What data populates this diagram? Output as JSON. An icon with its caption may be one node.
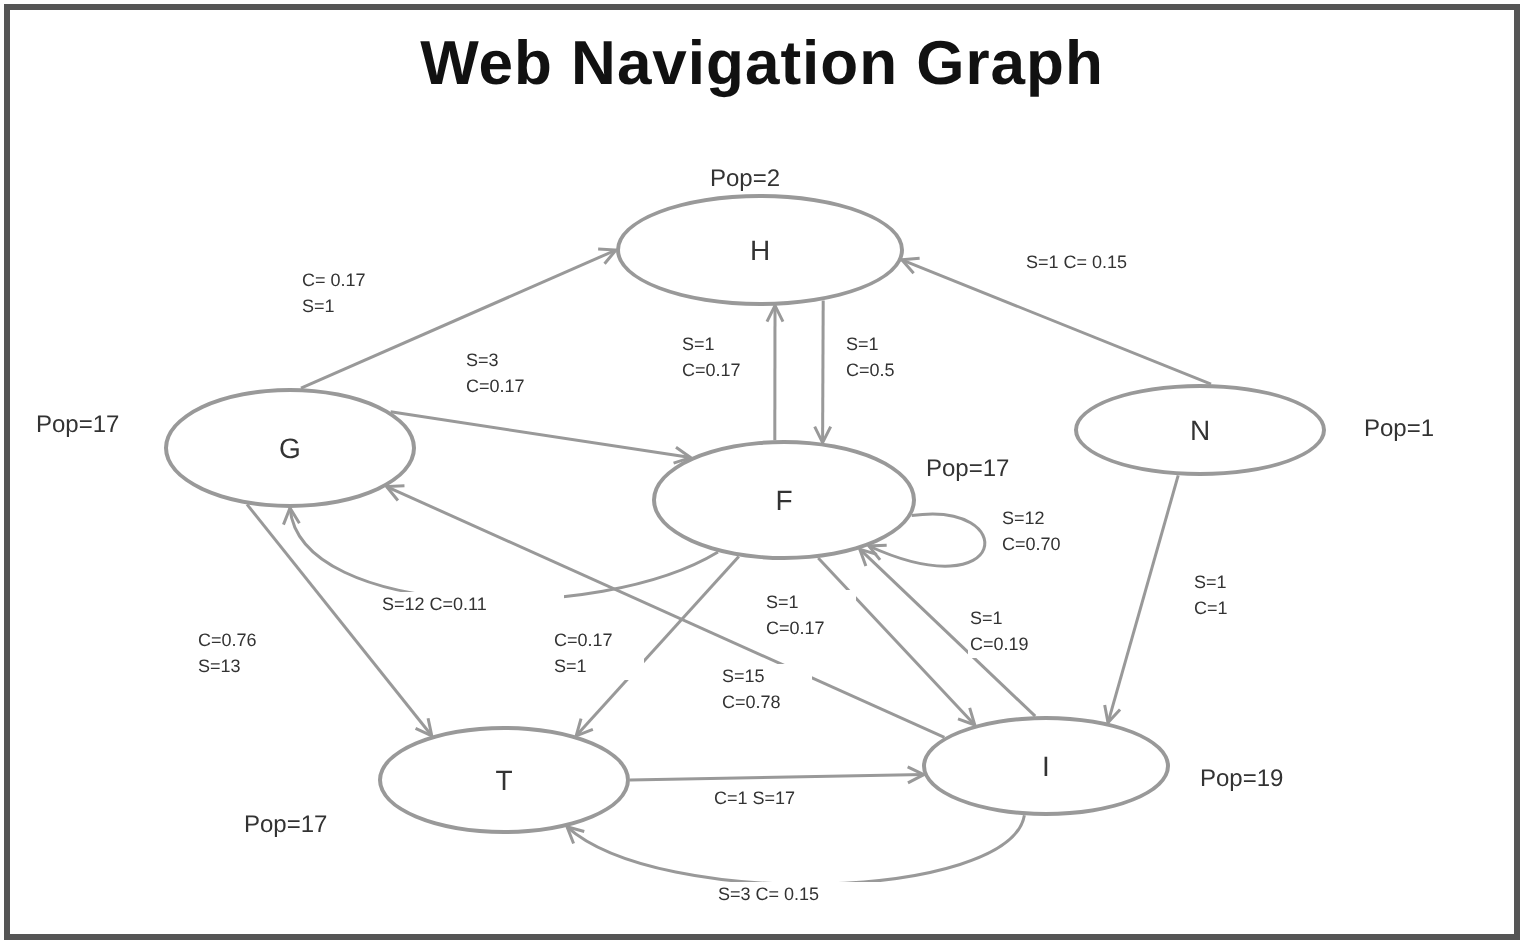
{
  "diagram": {
    "title": "Web Navigation Graph",
    "nodes": [
      {
        "text": [
          "H"
        ],
        "beside": [
          "Pop=2"
        ]
      },
      {
        "text": [
          "G"
        ],
        "beside": [
          "Pop=17"
        ]
      },
      {
        "text": [
          "F"
        ],
        "beside": [
          "Pop=17"
        ]
      },
      {
        "text": [
          "N"
        ],
        "beside": [
          "Pop=1"
        ]
      },
      {
        "text": [
          "T"
        ],
        "beside": [
          "Pop=17"
        ]
      },
      {
        "text": [
          "I"
        ],
        "beside": [
          "Pop=19"
        ]
      }
    ],
    "edges": [
      {
        "from": 1,
        "to": 0,
        "arrow": "to",
        "label": "C= 0.17 S=1"
      },
      {
        "from": 1,
        "to": 2,
        "arrow": "to",
        "label": "S=3 C=0.17"
      },
      {
        "from": 2,
        "to": 0,
        "arrow": "to",
        "label": "S=1 C=0.17"
      },
      {
        "from": 0,
        "to": 2,
        "arrow": "to",
        "label": "S=1 C=0.5"
      },
      {
        "from": 3,
        "to": 0,
        "arrow": "to",
        "label": "S=1 C= 0.15"
      },
      {
        "from": 2,
        "to": 2,
        "arrow": "to",
        "label": "S=12 C=0.70"
      },
      {
        "from": 2,
        "to": 1,
        "arrow": "to",
        "label": "S=12 C=0.11"
      },
      {
        "from": 1,
        "to": 4,
        "arrow": "to",
        "label": "C=0.76 S=13"
      },
      {
        "from": 2,
        "to": 4,
        "arrow": "to",
        "label": "C=0.17 S=1"
      },
      {
        "from": 2,
        "to": 5,
        "arrow": "to",
        "label": "S=1 C=0.17"
      },
      {
        "from": 5,
        "to": 1,
        "arrow": "to",
        "label": "S=15 C=0.78"
      },
      {
        "from": 5,
        "to": 2,
        "arrow": "to",
        "label": "S=1 C=0.19"
      },
      {
        "from": 3,
        "to": 5,
        "arrow": "to",
        "label": "S=1 C=1"
      },
      {
        "from": 4,
        "to": 5,
        "arrow": "to",
        "label": "C=1 S=17"
      },
      {
        "from": 5,
        "to": 4,
        "arrow": "to",
        "label": "S=3 C= 0.15"
      }
    ]
  }
}
